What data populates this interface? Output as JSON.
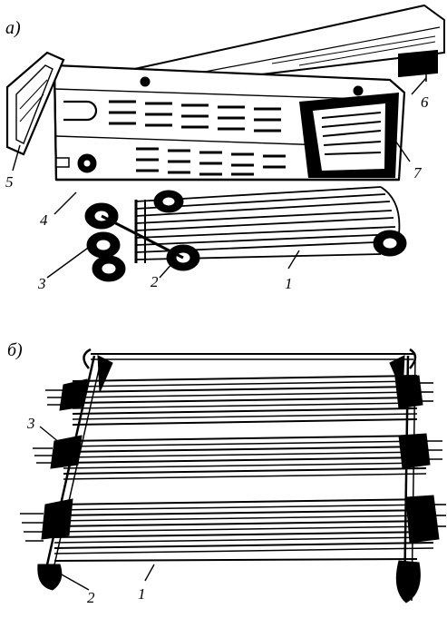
{
  "panels": {
    "a": {
      "label": "а)",
      "callouts": [
        {
          "id": "c1",
          "text": "1"
        },
        {
          "id": "c2",
          "text": "2"
        },
        {
          "id": "c3",
          "text": "3"
        },
        {
          "id": "c4",
          "text": "4"
        },
        {
          "id": "c5",
          "text": "5"
        },
        {
          "id": "c6",
          "text": "6"
        },
        {
          "id": "c7",
          "text": "7"
        }
      ]
    },
    "b": {
      "label": "б)",
      "callouts": [
        {
          "id": "c1",
          "text": "1"
        },
        {
          "id": "c2",
          "text": "2"
        },
        {
          "id": "c3",
          "text": "3"
        }
      ]
    }
  },
  "colors": {
    "ink": "#000000",
    "paper": "#ffffff"
  }
}
